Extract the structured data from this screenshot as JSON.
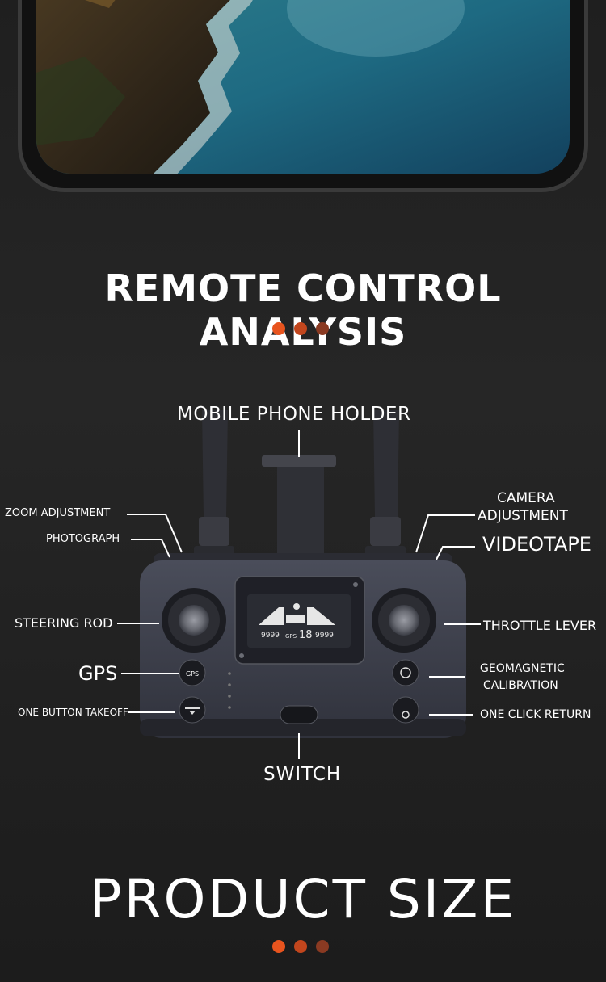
{
  "hero": {
    "image": "drone-footage-coastline"
  },
  "section1": {
    "title": "REMOTE CONTROL ANALYSIS",
    "dot_colors": [
      "#e8541e",
      "#c2461d",
      "#8a3a22"
    ]
  },
  "remote": {
    "labels": {
      "phone_holder": "MOBILE PHONE HOLDER",
      "zoom": "ZOOM ADJUSTMENT",
      "photograph": "PHOTOGRAPH",
      "camera_line1": "CAMERA",
      "camera_line2": "ADJUSTMENT",
      "videotape": "VIDEOTAPE",
      "steering": "STEERING ROD",
      "throttle": "THROTTLE LEVER",
      "gps": "GPS",
      "geomag_line1": "GEOMAGNETIC",
      "geomag_line2": "CALIBRATION",
      "takeoff": "ONE BUTTON TAKEOFF",
      "return": "ONE CLICK RETURN",
      "switch": "SWITCH"
    },
    "buttons": {
      "gps_button": "GPS"
    },
    "lcd": {
      "readout_left": "9999",
      "readout_gps": "GPS",
      "readout_sats": "18",
      "readout_right": "9999"
    }
  },
  "section2": {
    "title": "PRODUCT SIZE",
    "dot_colors": [
      "#e8541e",
      "#c2461d",
      "#8a3a22"
    ]
  }
}
